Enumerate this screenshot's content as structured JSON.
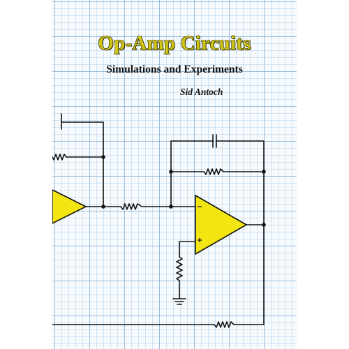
{
  "cover": {
    "title": "Op-Amp Circuits",
    "subtitle": "Simulations and Experiments",
    "author": "Sid Antoch"
  },
  "colors": {
    "title_fill": "#cfc515",
    "title_outline": "#2f2a04",
    "opamp_fill": "#f3e512",
    "wire": "#111111",
    "grid": "#78a5cd",
    "paper": "#f6fafd"
  },
  "schematic": {
    "opamp_inputs": [
      "−",
      "+"
    ]
  }
}
